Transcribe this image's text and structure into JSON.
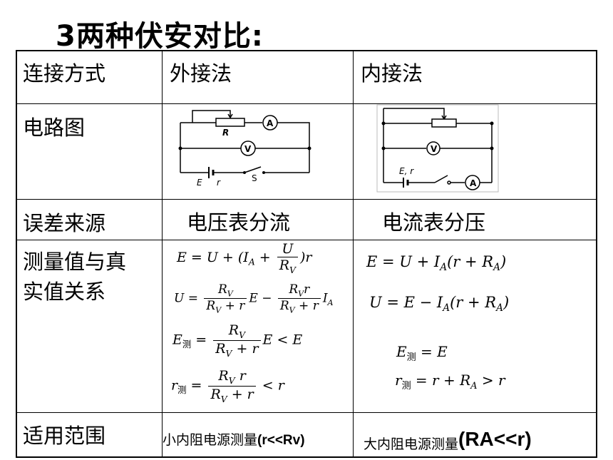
{
  "title": "3两种伏安对比:",
  "headers": {
    "col1": "连接方式",
    "col2": "外接法",
    "col3": "内接法"
  },
  "rows": {
    "circuit": "电路图",
    "error_source": "误差来源",
    "relation": "测量值与真实值关系",
    "relation_line1": "测量值与真",
    "relation_line2": "实值关系",
    "usage": "适用范围"
  },
  "external": {
    "error": "电压表分流",
    "usage_text": "小内阻电源测量",
    "usage_cond": "(r<<Rv)",
    "circuit_labels": {
      "R": "R",
      "A": "A",
      "V": "V",
      "E": "E",
      "r": "r",
      "S": "S"
    }
  },
  "internal": {
    "error": "电流表分压",
    "usage_text": "大内阻电源测量",
    "usage_cond": "(RA<<r)",
    "circuit_labels": {
      "Er": "E, r",
      "A": "A",
      "V": "V"
    }
  },
  "colors": {
    "line": "#000000",
    "background": "#ffffff"
  }
}
